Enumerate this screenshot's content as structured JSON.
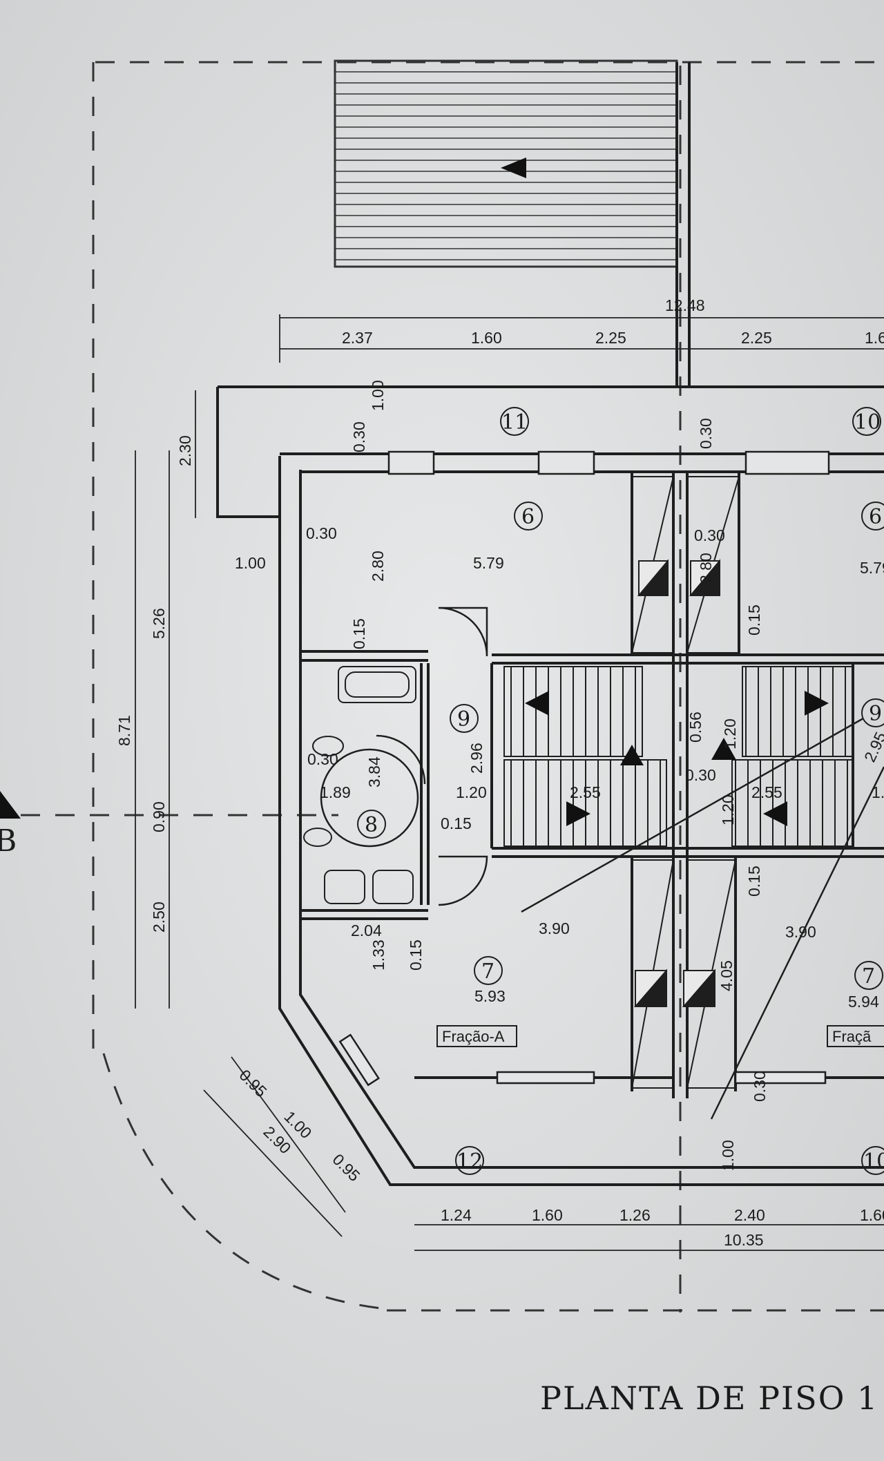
{
  "title": "PLANTA DE PISO 1",
  "section_marker": "B",
  "fractions": [
    "Fração-A",
    "Fraçã"
  ],
  "rooms": [
    "11",
    "10",
    "6",
    "6",
    "9",
    "9",
    "8",
    "7",
    "7",
    "12",
    "10"
  ],
  "dimensions": {
    "top_total": "12.48",
    "top": [
      "2.37",
      "1.60",
      "2.25",
      "2.25",
      "1.6"
    ],
    "left": [
      "2.30",
      "5.26",
      "8.71",
      "0.90",
      "2.50"
    ],
    "bottom": [
      "1.24",
      "1.60",
      "1.26",
      "2.40",
      "1.60"
    ],
    "bottom_total": "10.35",
    "diagonal": [
      "0.95",
      "1.00",
      "0.95",
      "2.90"
    ],
    "interior": [
      "0.30",
      "1.00",
      "0.30",
      "0.30",
      "1.00",
      "2.80",
      "5.79",
      "0.30",
      "2.80",
      "5.79",
      "0.15",
      "0.15",
      "2.96",
      "0.30",
      "3.84",
      "1.89",
      "1.20",
      "2.55",
      "0.15",
      "1.20",
      "0.56",
      "0.30",
      "1.20",
      "2.55",
      "1.",
      "2.04",
      "3.90",
      "0.15",
      "1.33",
      "0.15",
      "3.90",
      "4.05",
      "5.93",
      "5.94",
      "0.30",
      "1.00",
      "2.95"
    ]
  }
}
